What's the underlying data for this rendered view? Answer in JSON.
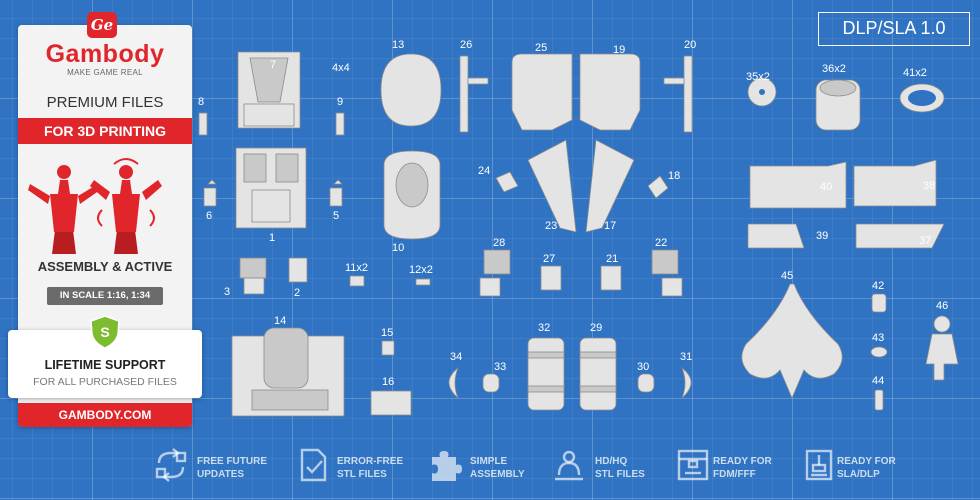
{
  "brand": {
    "badge": "Ge",
    "name": "Gambody",
    "tagline": "MAKE GAME REAL",
    "premium": "PREMIUM FILES",
    "for_3d": "FOR 3D PRINTING",
    "assembly": "ASSEMBLY & ACTIVE",
    "scale": "IN SCALE 1:16, 1:34",
    "support_badge": "S",
    "support_title": "LIFETIME SUPPORT",
    "support_sub": "FOR ALL PURCHASED FILES",
    "site": "GAMBODY.COM"
  },
  "version": "DLP/SLA 1.0",
  "parts": {
    "p1": "1",
    "p2": "2",
    "p3": "3",
    "p4x4": "4x4",
    "p5": "5",
    "p6": "6",
    "p7": "7",
    "p8": "8",
    "p9": "9",
    "p10": "10",
    "p11x2": "11x2",
    "p12x2": "12x2",
    "p13": "13",
    "p14": "14",
    "p15": "15",
    "p16": "16",
    "p17": "17",
    "p18": "18",
    "p19": "19",
    "p20": "20",
    "p21": "21",
    "p22": "22",
    "p23": "23",
    "p24": "24",
    "p25": "25",
    "p26": "26",
    "p27": "27",
    "p28": "28",
    "p29": "29",
    "p30": "30",
    "p31": "31",
    "p32": "32",
    "p33": "33",
    "p34": "34",
    "p35x2": "35x2",
    "p36x2": "36x2",
    "p37": "37",
    "p38": "38",
    "p39": "39",
    "p40": "40",
    "p41x2": "41x2",
    "p42": "42",
    "p43": "43",
    "p44": "44",
    "p45": "45",
    "p46": "46"
  },
  "features": [
    {
      "label": "FREE FUTURE\nUPDATES",
      "icon": "updates-icon"
    },
    {
      "label": "ERROR-FREE\nSTL FILES",
      "icon": "stl-check-icon"
    },
    {
      "label": "SIMPLE\nASSEMBLY",
      "icon": "puzzle-icon"
    },
    {
      "label": "HD/HQ\nSTL FILES",
      "icon": "hd-icon"
    },
    {
      "label": "READY FOR\nFDM/FFF",
      "icon": "fdm-printer-icon"
    },
    {
      "label": "READY FOR\nSLA/DLP",
      "icon": "sla-printer-icon"
    }
  ],
  "colors": {
    "background": "#2f73c2",
    "brand_red": "#e0262b",
    "panel": "#f3f3f3"
  }
}
